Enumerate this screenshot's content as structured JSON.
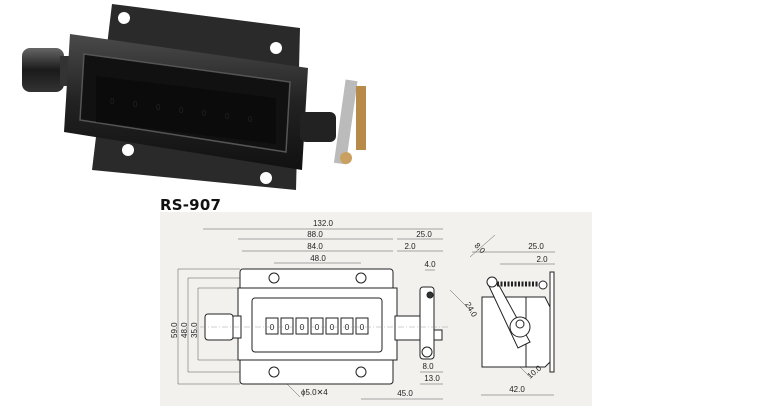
{
  "product": {
    "model": "RS-907",
    "counter_digits": [
      "0",
      "0",
      "0",
      "0",
      "0",
      "0",
      "0"
    ]
  },
  "drawing": {
    "front_view": {
      "overall_length": "132.0",
      "body_length": "88.0",
      "inner_length": "84.0",
      "hole_spacing": "48.0",
      "lever_width": "25.0",
      "lever_offset": "2.0",
      "lever_thickness": "4.0",
      "height_overall": "59.0",
      "height_holes": "48.0",
      "height_body": "35.0",
      "lever_hole": "8.0",
      "lever_end": "13.0",
      "hole_to_lever": "45.0",
      "hole_spec": "ϕ5.0✕4"
    },
    "side_view": {
      "lever_width": "25.0",
      "plate_thickness": "2.0",
      "arm_width": "8.0",
      "arm_length": "24.0",
      "arm_end": "10.0",
      "depth": "42.0"
    }
  },
  "colors": {
    "drawing_background": "#f3f1ee",
    "housing": "#1c1c1c"
  }
}
